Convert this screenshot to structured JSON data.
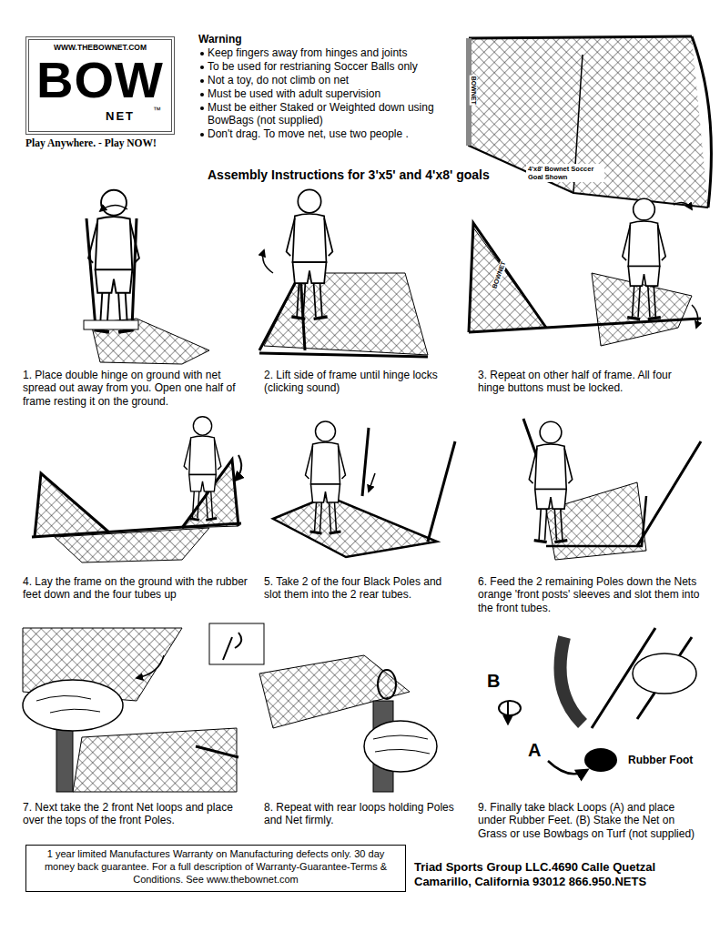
{
  "diagram": {
    "title": "Assembly Instructions for 3'x5' and 4'x8' goals",
    "nodes": [
      {
        "text": [
          "WWW.THEBOWNET.COM",
          "BOW",
          "NET",
          "™"
        ]
      },
      {
        "text": [
          "1 year limited Manufactures Warranty on Manufacturing defects only. 30 day money back guarantee. For a full description of Warranty-Guarantee-Terms & Conditions. See www.thebownet.com"
        ]
      }
    ],
    "labels": [
      "Play Anywhere. - Play NOW!",
      "Warning",
      "Keep fingers away from hinges and joints",
      "To be used for restrianing Soccer Balls only",
      "Not a toy, do not climb on net",
      "Must be used with adult supervision",
      "Must be either Staked or Weighted down using BowBags (not supplied)",
      "Don't drag. To move net, use two people .",
      "4'x8' Bownet Soccer Goal Shown",
      "BOWNET",
      "1. Place double hinge on ground with net spread out away from you. Open one half of frame resting it on the ground.",
      "2. Lift side of frame until hinge locks (clicking sound)",
      "3. Repeat on other half of frame. All four hinge buttons must be locked.",
      "4. Lay the frame on the ground with the rubber feet down and the four tubes up",
      "5. Take 2 of the four Black Poles and slot them into the 2 rear tubes.",
      "6. Feed the 2 remaining Poles down the Nets orange 'front posts' sleeves and slot them into the front tubes.",
      "7. Next take the 2 front Net loops and place over the tops of the front Poles.",
      "8. Repeat with rear loops holding Poles and Net firmly.",
      "9. Finally take black Loops (A) and place under Rubber Feet. (B) Stake the Net on Grass or use Bowbags on Turf (not supplied)",
      "BOWNET",
      "A",
      "B",
      "Rubber Foot",
      "Triad Sports Group LLC.4690 Calle Quetzal Camarillo, California 93012 866.950.NETS"
    ]
  }
}
